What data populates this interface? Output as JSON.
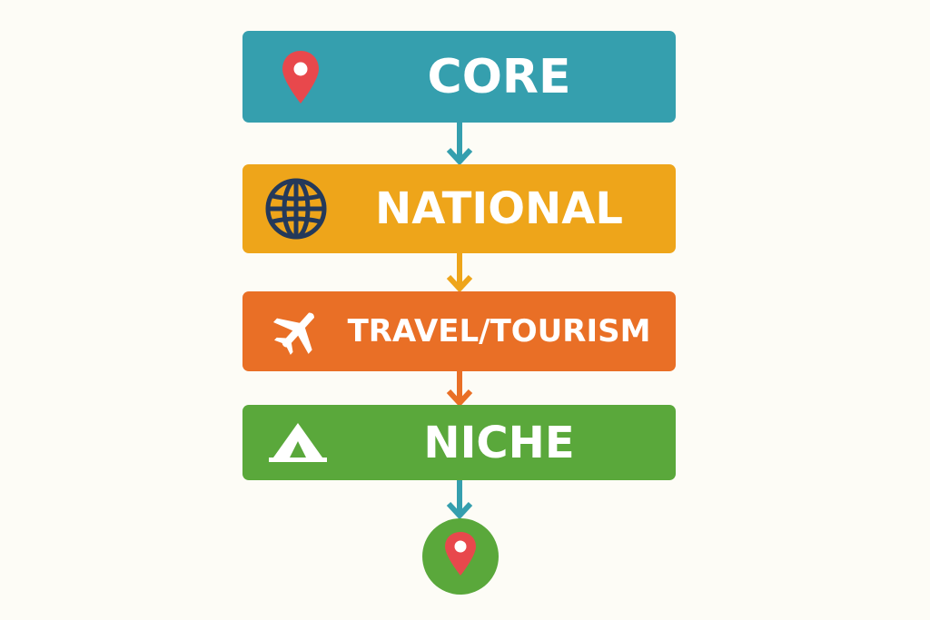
{
  "diagram": {
    "steps": [
      {
        "label": "CORE",
        "color": "#359fae",
        "icon": "map-pin-icon"
      },
      {
        "label": "NATIONAL",
        "color": "#eea51a",
        "icon": "globe-icon"
      },
      {
        "label": "TRAVEL/TOURISM",
        "color": "#e96f26",
        "icon": "airplane-icon"
      },
      {
        "label": "NICHE",
        "color": "#5aa83b",
        "icon": "tent-icon"
      }
    ],
    "end_node": {
      "color": "#5aa83b",
      "icon": "map-pin-icon"
    },
    "colors": {
      "background": "#fdfcf6",
      "pin_red": "#e8484c",
      "globe_navy": "#24395a",
      "icon_white": "#ffffff"
    }
  }
}
